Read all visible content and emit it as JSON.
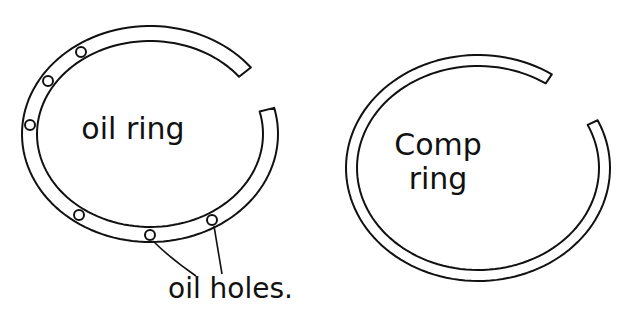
{
  "diagram": {
    "nodes": [
      {
        "text": [
          "oil ring"
        ]
      },
      {
        "text": [
          "Comp ring"
        ]
      }
    ],
    "labels": [
      "oil holes."
    ]
  }
}
